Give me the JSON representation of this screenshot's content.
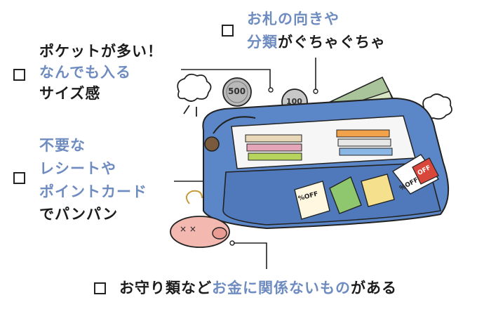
{
  "captions": {
    "pockets": {
      "line1": "ポケットが多い！",
      "line2": "なんでも入る",
      "line3": "サイズ感"
    },
    "bills": {
      "line1": "お札の向きや",
      "line2_blue": "分類",
      "line2_black": "がぐちゃぐちゃ"
    },
    "receipts": {
      "line1": "不要な",
      "line2": "レシートや",
      "line3": "ポイントカード",
      "line4": "でパンパン"
    },
    "charms": {
      "part1": "お守り類など",
      "part2": "お金に関係ないもの",
      "part3": "がある"
    }
  },
  "coins": {
    "coin_a": "500",
    "coin_b": "100"
  },
  "coupons": {
    "coupon_a": "%OFF",
    "coupon_b": "OFF",
    "coupon_c": "％OFF"
  },
  "colors": {
    "caption_blue": "#6f8cc0",
    "wallet_blue": "#5b86c7",
    "pig_pink": "#f3b8b0"
  }
}
